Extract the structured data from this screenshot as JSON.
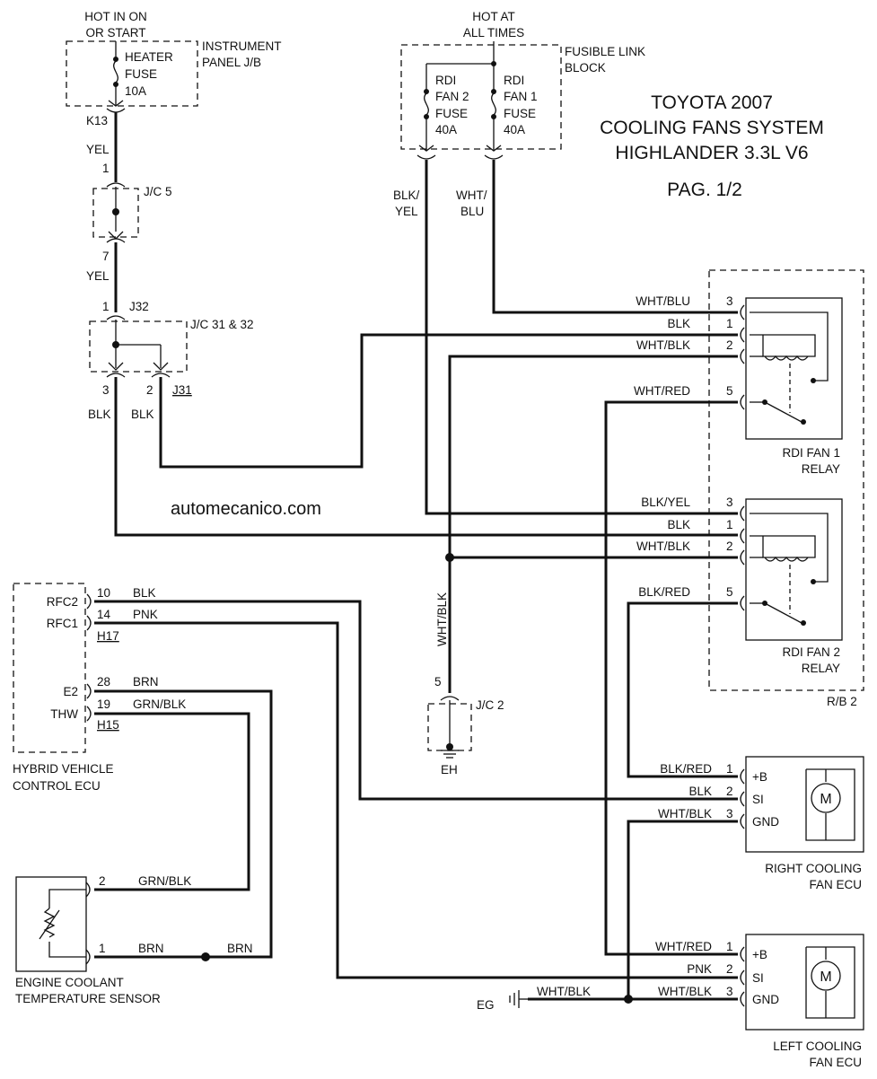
{
  "title": {
    "line1": "TOYOTA 2007",
    "line2": "COOLING FANS SYSTEM",
    "line3": "HIGHLANDER 3.3L V6",
    "page": "PAG. 1/2"
  },
  "watermark": "automecanico.com",
  "power": {
    "hot_in_on_1": "HOT IN ON",
    "hot_in_on_2": "OR START",
    "hot_at_1": "HOT AT",
    "hot_at_2": "ALL TIMES"
  },
  "instrument_panel": {
    "label1": "INSTRUMENT",
    "label2": "PANEL J/B",
    "fuse1": "HEATER",
    "fuse2": "FUSE",
    "fuse3": "10A",
    "connector": "K13"
  },
  "fusible_link": {
    "label1": "FUSIBLE LINK",
    "label2": "BLOCK",
    "fan2_1": "RDI",
    "fan2_2": "FAN 2",
    "fan2_3": "FUSE",
    "fan2_4": "40A",
    "fan1_1": "RDI",
    "fan1_2": "FAN 1",
    "fan1_3": "FUSE",
    "fan1_4": "40A"
  },
  "wires": {
    "yel_1": "YEL",
    "yel_2": "YEL",
    "blk_yel_1": "BLK/",
    "blk_yel_2": "YEL",
    "wht_blu_1": "WHT/",
    "wht_blu_2": "BLU",
    "blk_a": "BLK",
    "blk_b": "BLK",
    "wht_blk_vert": "WHT/BLK"
  },
  "junctions": {
    "jc5": "J/C 5",
    "jc5_pin1": "1",
    "jc5_pin7": "7",
    "j32": "J32",
    "j32_pin": "1",
    "jc31_32": "J/C 31 & 32",
    "pin3": "3",
    "pin2": "2",
    "j31": "J31",
    "jc2": "J/C 2",
    "jc2_pin": "5",
    "eh": "EH",
    "eg": "EG"
  },
  "relay1": {
    "label1": "RDI FAN 1",
    "label2": "RELAY",
    "pins": [
      {
        "wire": "WHT/BLU",
        "pin": "3"
      },
      {
        "wire": "BLK",
        "pin": "1"
      },
      {
        "wire": "WHT/BLK",
        "pin": "2"
      },
      {
        "wire": "WHT/RED",
        "pin": "5"
      }
    ]
  },
  "relay2": {
    "label1": "RDI FAN 2",
    "label2": "RELAY",
    "pins": [
      {
        "wire": "BLK/YEL",
        "pin": "3"
      },
      {
        "wire": "BLK",
        "pin": "1"
      },
      {
        "wire": "WHT/BLK",
        "pin": "2"
      },
      {
        "wire": "BLK/RED",
        "pin": "5"
      }
    ]
  },
  "rb2": "R/B 2",
  "hv_ecu": {
    "label1": "HYBRID VEHICLE",
    "label2": "CONTROL ECU",
    "rfc2": "RFC2",
    "rfc1": "RFC1",
    "e2": "E2",
    "thw": "THW",
    "h17": "H17",
    "h15": "H15",
    "rows": [
      {
        "pin": "10",
        "wire": "BLK"
      },
      {
        "pin": "14",
        "wire": "PNK"
      },
      {
        "pin": "28",
        "wire": "BRN"
      },
      {
        "pin": "19",
        "wire": "GRN/BLK"
      }
    ]
  },
  "right_fan_ecu": {
    "label1": "RIGHT COOLING",
    "label2": "FAN ECU",
    "terminals": [
      "+B",
      "SI",
      "GND"
    ],
    "motor": "M",
    "pins": [
      {
        "wire": "BLK/RED",
        "pin": "1"
      },
      {
        "wire": "BLK",
        "pin": "2"
      },
      {
        "wire": "WHT/BLK",
        "pin": "3"
      }
    ]
  },
  "left_fan_ecu": {
    "label1": "LEFT COOLING",
    "label2": "FAN ECU",
    "terminals": [
      "+B",
      "SI",
      "GND"
    ],
    "motor": "M",
    "pins": [
      {
        "wire": "WHT/RED",
        "pin": "1"
      },
      {
        "wire": "PNK",
        "pin": "2"
      },
      {
        "wire": "WHT/BLK",
        "pin": "3"
      }
    ]
  },
  "ground_wire": "WHT/BLK",
  "sensor": {
    "label1": "ENGINE COOLANT",
    "label2": "TEMPERATURE SENSOR",
    "rows": [
      {
        "pin": "2",
        "wire": "GRN/BLK"
      },
      {
        "pin": "1",
        "wire": "BRN"
      }
    ],
    "brn_right": "BRN"
  }
}
